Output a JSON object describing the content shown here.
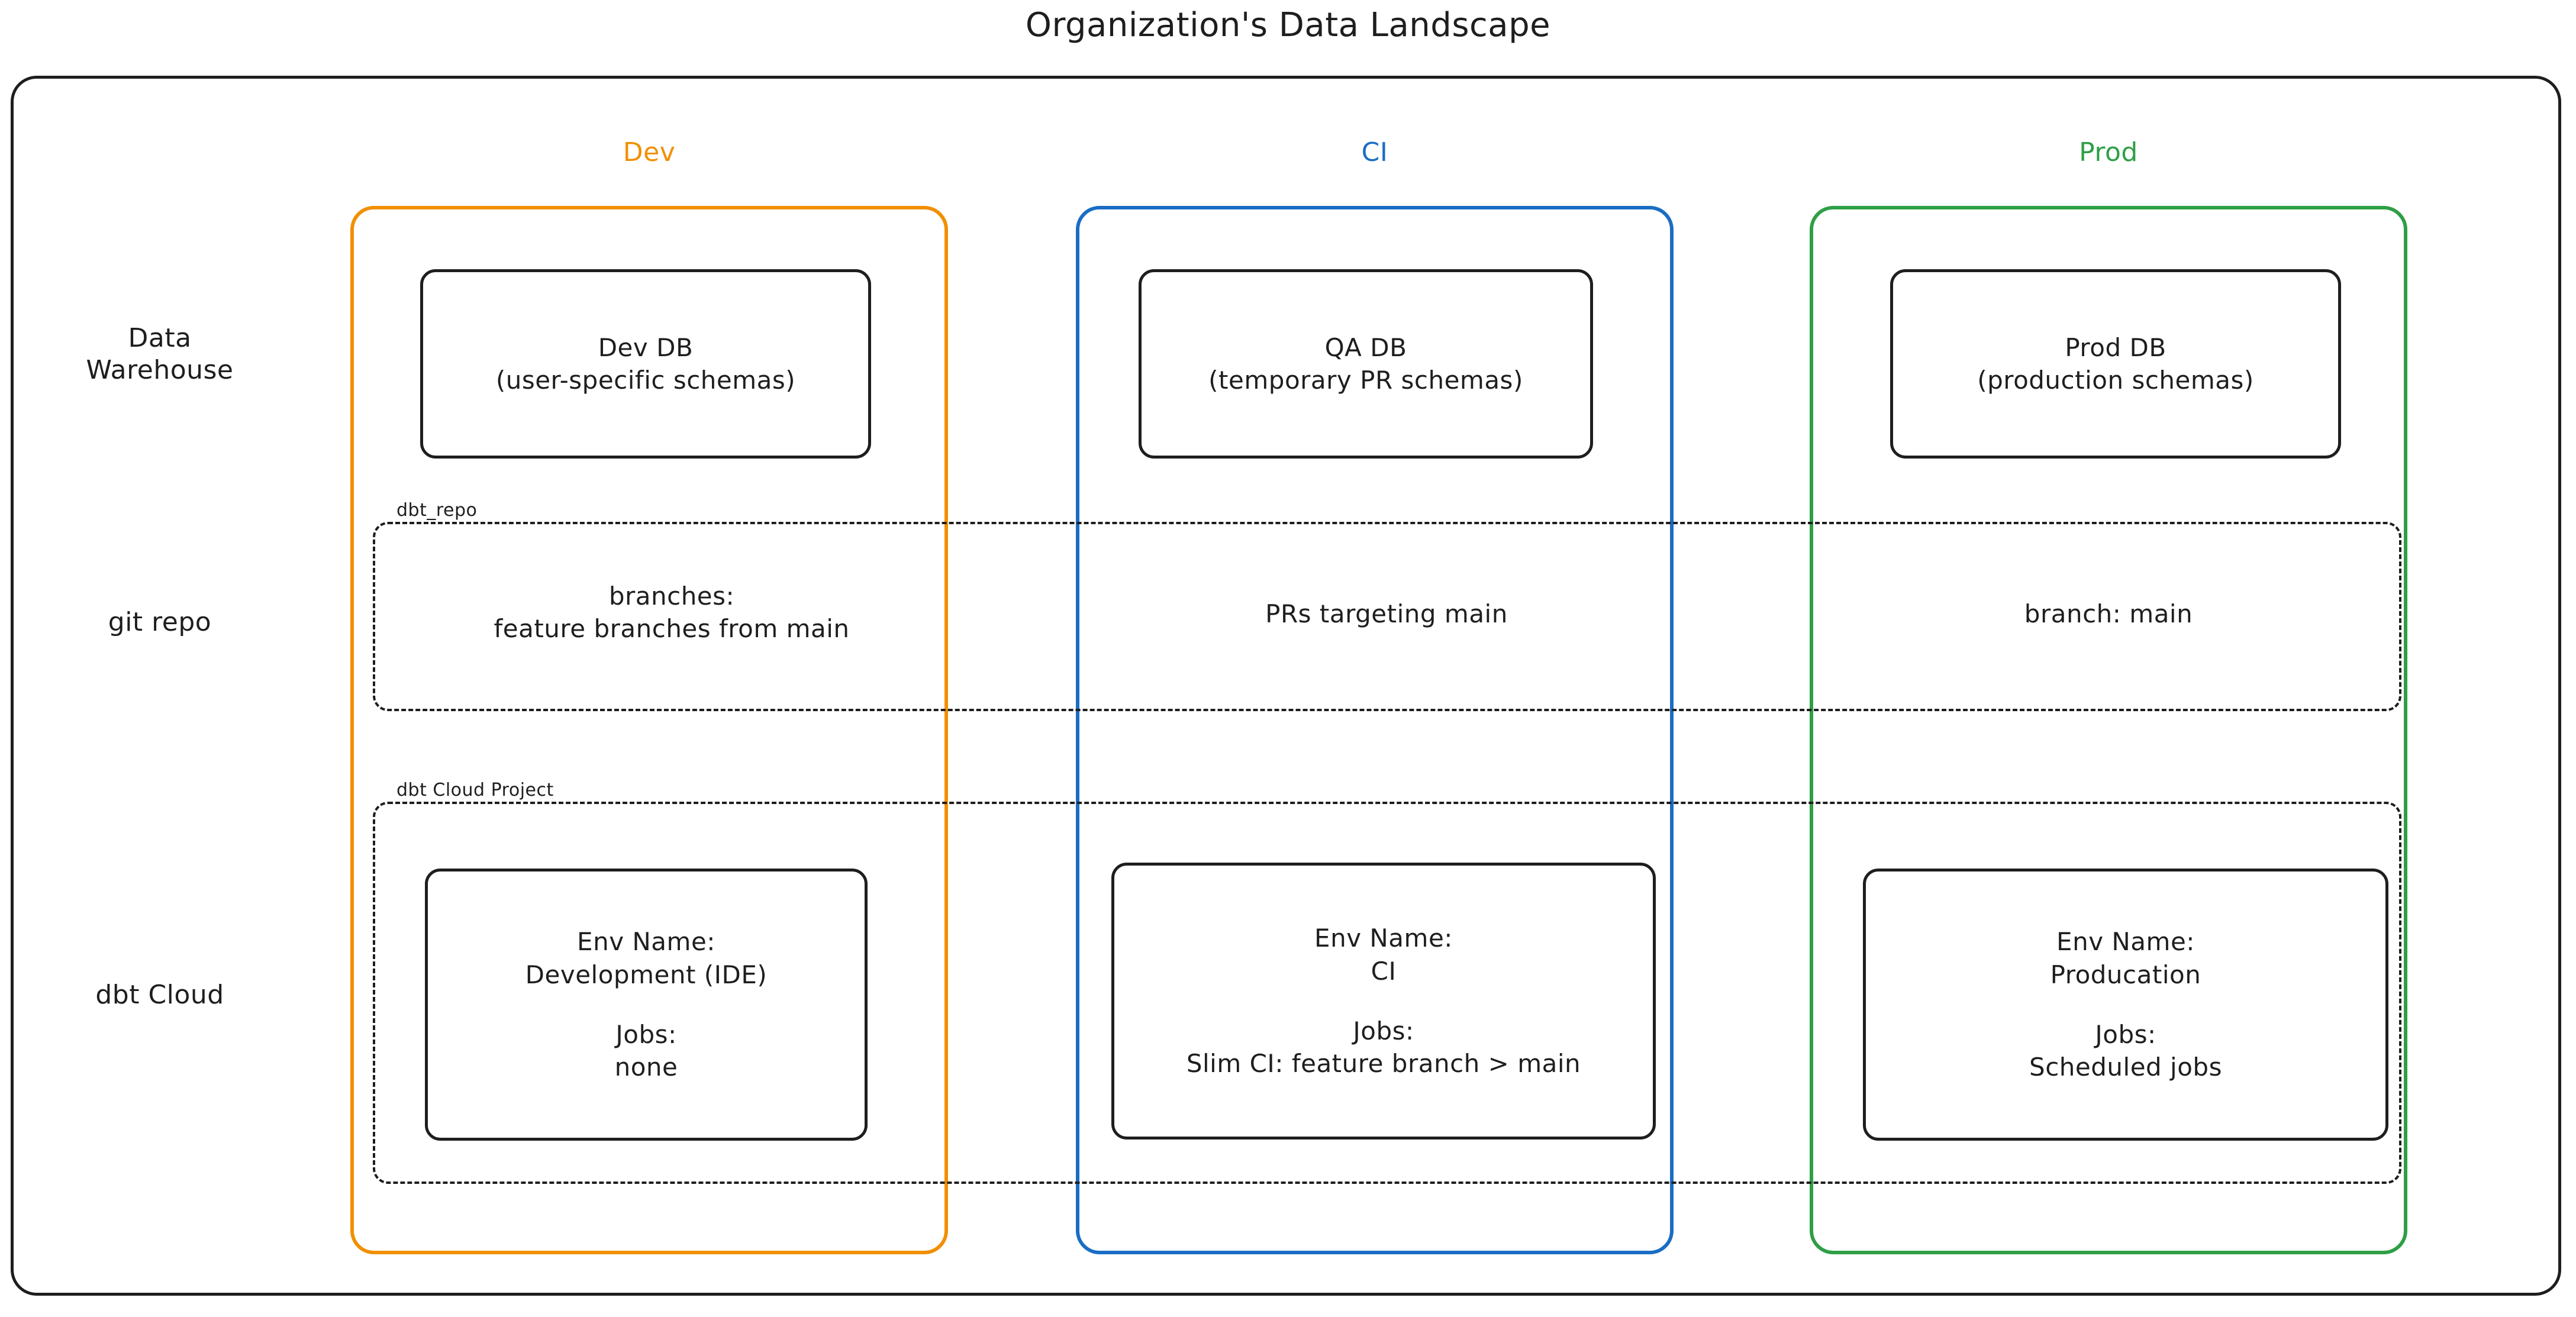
{
  "title": "Organization's Data Landscape",
  "environments": [
    {
      "key": "dev",
      "label": "Dev",
      "color": "#f18f01"
    },
    {
      "key": "ci",
      "label": "CI",
      "color": "#1a6dc4"
    },
    {
      "key": "prod",
      "label": "Prod",
      "color": "#2e9f45"
    }
  ],
  "rows": [
    {
      "key": "data-warehouse",
      "label": "Data\nWarehouse"
    },
    {
      "key": "git-repo",
      "label": "git repo"
    },
    {
      "key": "dbt-cloud",
      "label": "dbt Cloud"
    }
  ],
  "groups": {
    "git_repo": {
      "label": "dbt_repo"
    },
    "dbt_cloud": {
      "label": "dbt Cloud Project"
    }
  },
  "data_warehouse": {
    "dev": {
      "line1": "Dev DB",
      "line2": "(user-specific schemas)"
    },
    "ci": {
      "line1": "QA DB",
      "line2": "(temporary PR schemas)"
    },
    "prod": {
      "line1": "Prod DB",
      "line2": "(production schemas)"
    }
  },
  "git_repo": {
    "dev": "branches:\nfeature branches from main",
    "ci": "PRs targeting main",
    "prod": "branch: main"
  },
  "dbt_cloud": {
    "dev": {
      "env_name_label": "Env Name:",
      "env_name_value": "Development (IDE)",
      "jobs_label": "Jobs:",
      "jobs_value": "none"
    },
    "ci": {
      "env_name_label": "Env Name:",
      "env_name_value": "CI",
      "jobs_label": "Jobs:",
      "jobs_value": "Slim CI: feature branch > main"
    },
    "prod": {
      "env_name_label": "Env Name:",
      "env_name_value": "Producation",
      "jobs_label": "Jobs:",
      "jobs_value": "Scheduled jobs"
    }
  }
}
